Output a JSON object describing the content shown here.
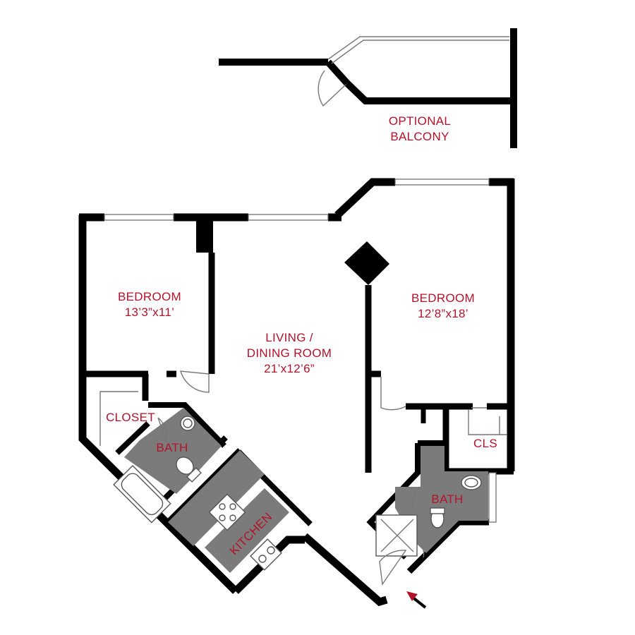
{
  "plan": {
    "balcony": {
      "line1": "OPTIONAL",
      "line2": "BALCONY"
    },
    "bedroom_left": {
      "name": "BEDROOM",
      "size": "13’3”x11’"
    },
    "living": {
      "line1": "LIVING /",
      "line2": "DINING ROOM",
      "size": "21’x12’6”"
    },
    "bedroom_right": {
      "name": "BEDROOM",
      "size": "12’8”x18’"
    },
    "closet": "CLOSET",
    "bath_left": "BATH",
    "bath_right": "BATH",
    "cls": "CLS",
    "kitchen": "KITCHEN"
  },
  "colors": {
    "label": "#b4122a",
    "wall": "#000000",
    "wet_area": "#7b7b7b",
    "entry_arrow": "#b4122a"
  }
}
